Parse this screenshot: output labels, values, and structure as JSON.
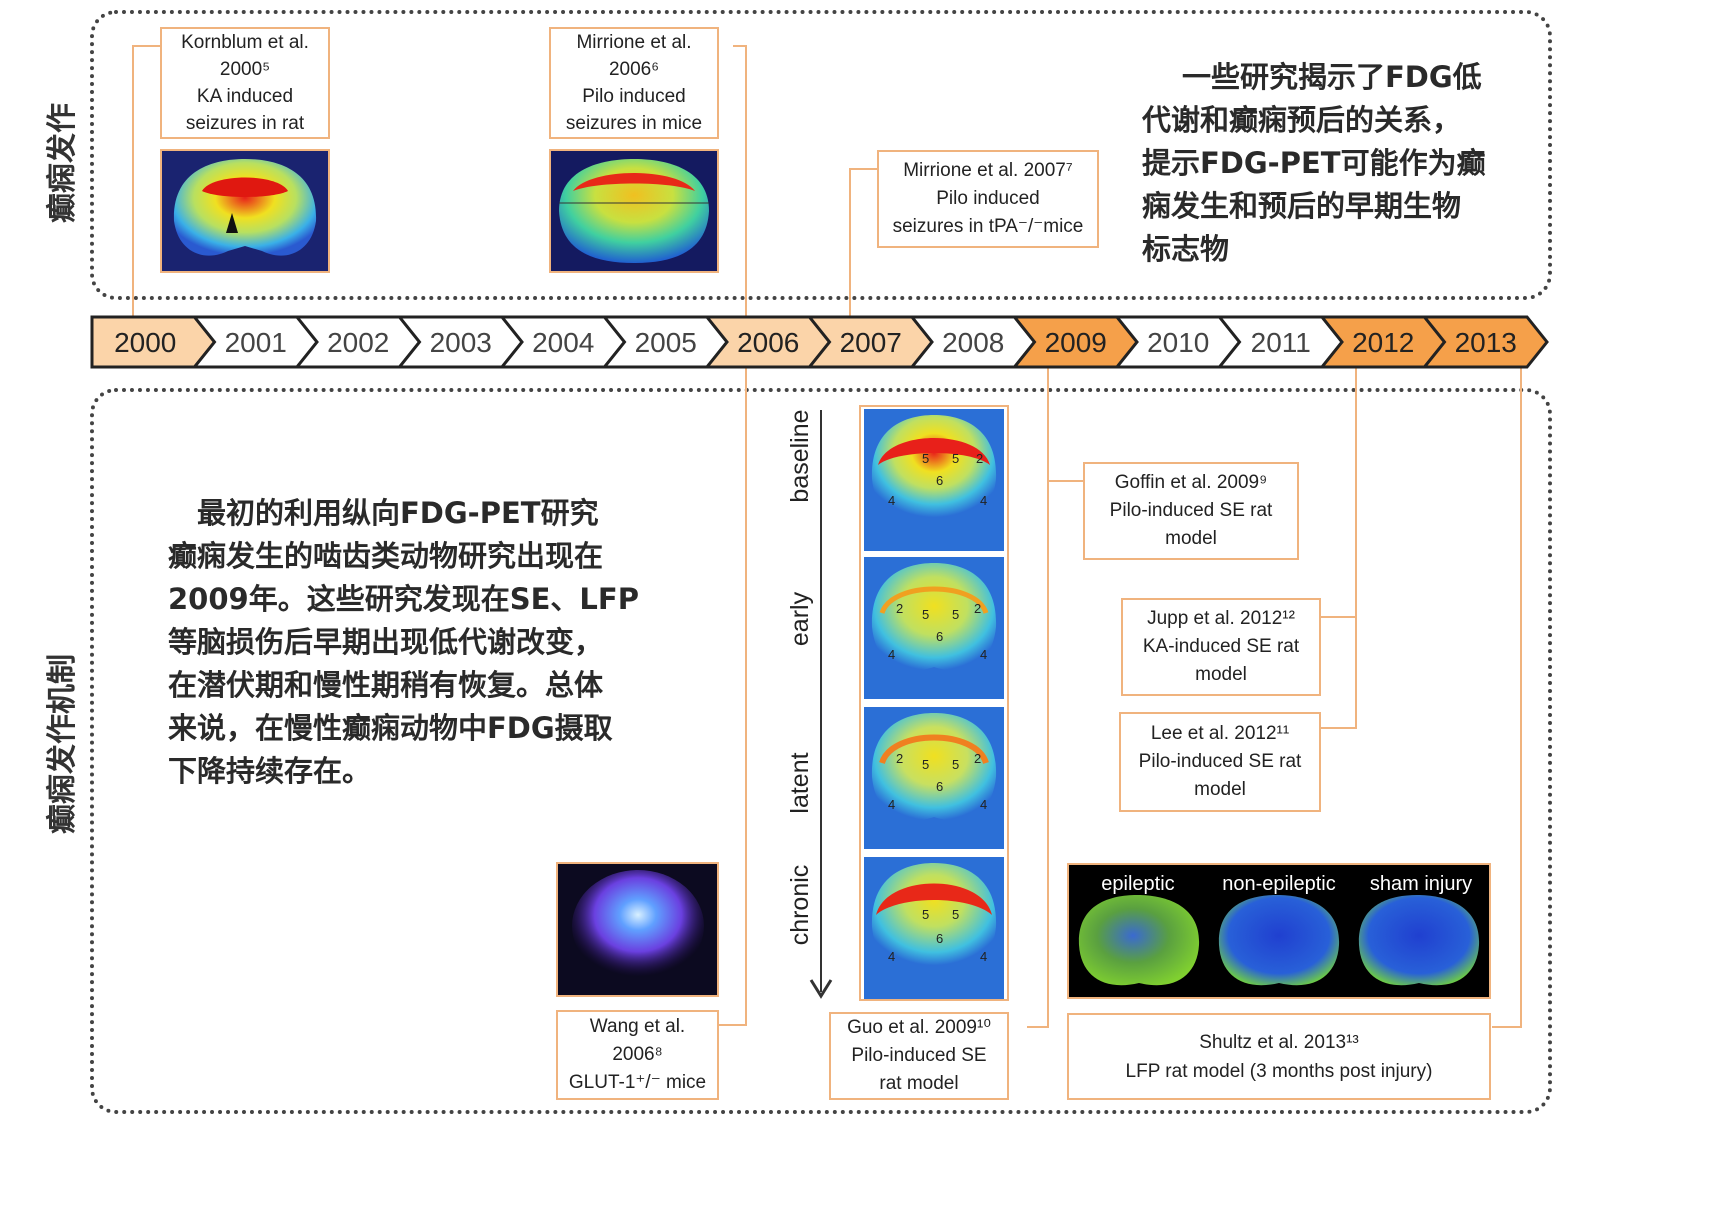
{
  "colors": {
    "accent": "#f0b37e",
    "highlight": "#f5a04a",
    "light": "#fbd4a9",
    "plain": "#ffffff",
    "border": "#222222"
  },
  "side_labels": {
    "top": "癫痫发作",
    "bottom": "癫痫发作机制"
  },
  "timeline": {
    "years": [
      {
        "label": "2000",
        "style": "light"
      },
      {
        "label": "2001",
        "style": "plain"
      },
      {
        "label": "2002",
        "style": "plain"
      },
      {
        "label": "2003",
        "style": "plain"
      },
      {
        "label": "2004",
        "style": "plain"
      },
      {
        "label": "2005",
        "style": "plain"
      },
      {
        "label": "2006",
        "style": "light"
      },
      {
        "label": "2007",
        "style": "light"
      },
      {
        "label": "2008",
        "style": "plain"
      },
      {
        "label": "2009",
        "style": "highlight"
      },
      {
        "label": "2010",
        "style": "plain"
      },
      {
        "label": "2011",
        "style": "plain"
      },
      {
        "label": "2012",
        "style": "highlight"
      },
      {
        "label": "2013",
        "style": "highlight"
      }
    ]
  },
  "top_paragraph": [
    "一些研究揭示了FDG低",
    "代谢和癫痫预后的关系，",
    "提示FDG-PET可能作为癫",
    "痫发生和预后的早期生物",
    "标志物"
  ],
  "bottom_paragraph": [
    "　最初的利用纵向FDG-PET研究",
    "癫痫发生的啮齿类动物研究出现在",
    "2009年。这些研究发现在SE、LFP",
    "等脑损伤后早期出现低代谢改变，",
    "在潜伏期和慢性期稍有恢复。总体",
    "来说，在慢性癫痫动物中FDG摄取",
    "下降持续存在。"
  ],
  "citations": {
    "kornblum": [
      "Kornblum et al.",
      "2000⁵",
      "KA induced",
      "seizures in rat"
    ],
    "mirrione2006": [
      "Mirrione et al.",
      "2006⁶",
      "Pilo induced",
      "seizures in mice"
    ],
    "mirrione2007": [
      "Mirrione et al. 2007⁷",
      "Pilo induced",
      "seizures in tPA⁻/⁻mice"
    ],
    "goffin": [
      "Goffin et al. 2009⁹",
      "Pilo-induced SE rat",
      "model"
    ],
    "jupp": [
      "Jupp et al. 2012¹²",
      "KA-induced SE rat",
      "model"
    ],
    "lee": [
      "Lee et al. 2012¹¹",
      "Pilo-induced SE rat",
      "model"
    ],
    "wang": [
      "Wang et al.",
      "2006⁸",
      "GLUT-1⁺/⁻ mice"
    ],
    "guo": [
      "Guo et al. 2009¹⁰",
      "Pilo-induced SE",
      "rat model"
    ],
    "shultz": [
      "Shultz et al. 2013¹³",
      "LFP rat model (3 months post injury)"
    ]
  },
  "stage_labels": [
    "baseline",
    "early",
    "latent",
    "chronic"
  ],
  "shultz_panel_labels": [
    "epileptic",
    "non-epileptic",
    "sham injury"
  ],
  "brain_numbers": {
    "two": "2",
    "four": "4",
    "five": "5",
    "six": "6"
  }
}
